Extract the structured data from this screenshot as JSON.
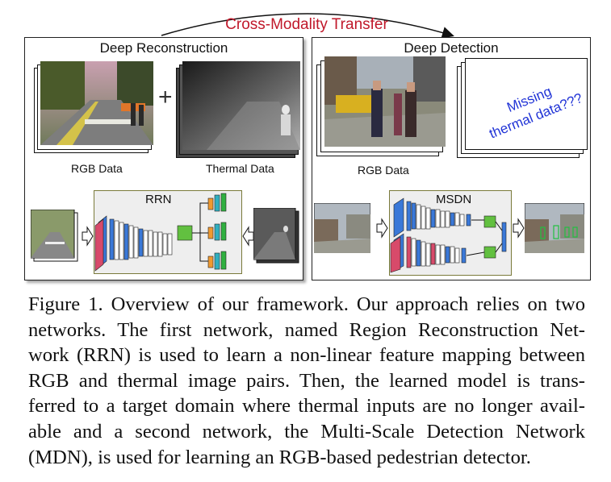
{
  "transfer_label": "Cross-Modality Transfer",
  "left_panel": {
    "title": "Deep Reconstruction",
    "rgb_label": "RGB Data",
    "thermal_label": "Thermal Data",
    "plus": "+",
    "net_label": "RRN"
  },
  "right_panel": {
    "title": "Deep Detection",
    "rgb_label": "RGB Data",
    "missing_line1": "Missing",
    "missing_line2": "thermal data???",
    "net_label": "MSDN"
  },
  "caption_lines": [
    "Figure 1. Overview of our framework. Our approach relies on two",
    "networks. The first network, named Region Reconstruction Net-",
    "work (RRN) is used to learn a non-linear feature mapping between",
    "RGB and thermal image pairs. Then, the learned model is trans-",
    "ferred to a target domain where thermal inputs are no longer avail-",
    "able and a second network, the Multi-Scale Detection Network",
    "(MDN), is used for learning an RGB-based pedestrian detector."
  ],
  "colors": {
    "transfer_red": "#c0182a",
    "missing_blue": "#2033d6",
    "net_border": "#7a7a3a"
  }
}
